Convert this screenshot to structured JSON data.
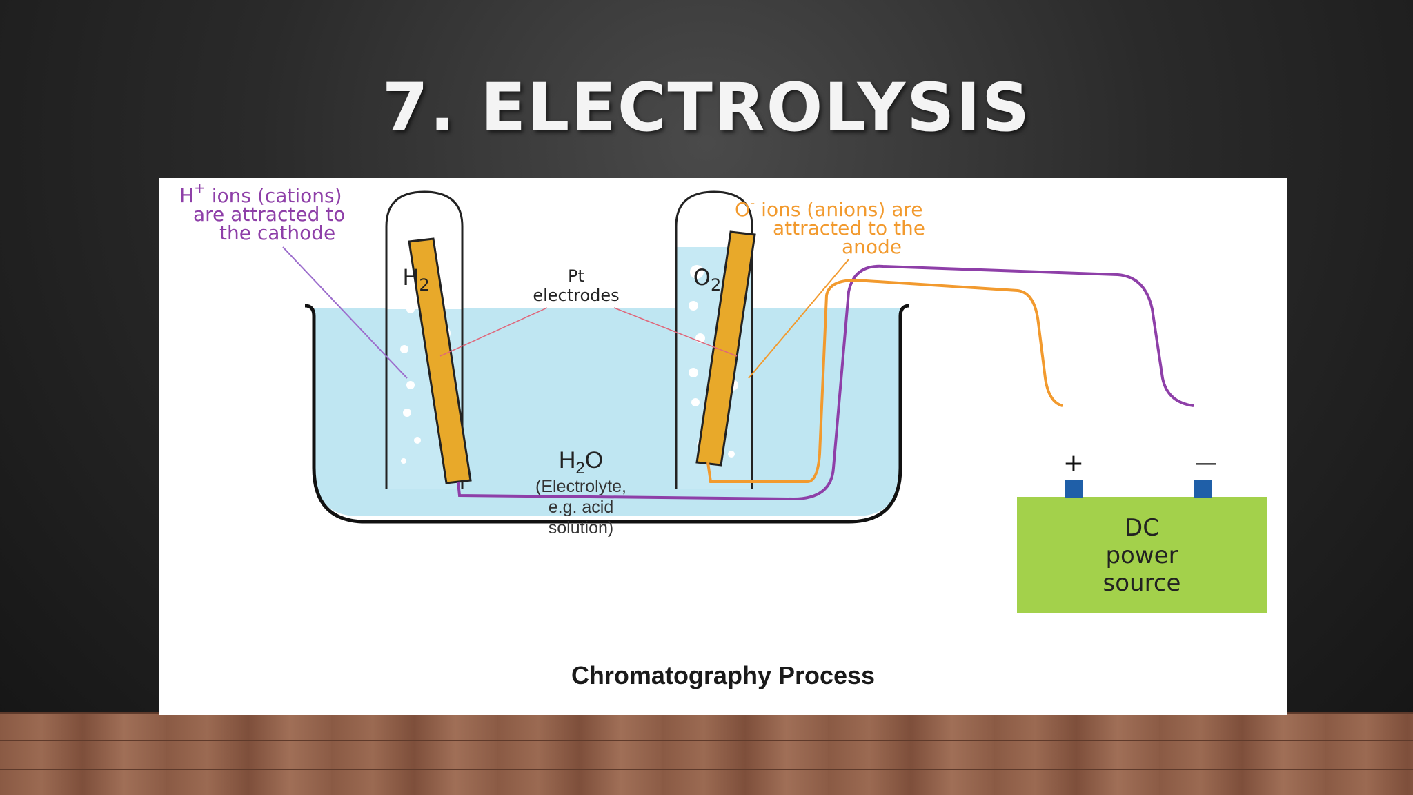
{
  "slide": {
    "title": "7. ELECTROLYSIS"
  },
  "diagram": {
    "cathode_note": {
      "ion_symbol": "H",
      "ion_charge": "+",
      "line1_rest": " ions (cations)",
      "line2": "are attracted to",
      "line3": "the cathode"
    },
    "anode_note": {
      "ion_symbol": "O",
      "ion_charge": "-",
      "line1_rest": " ions (anions) are",
      "line2": "attracted to the",
      "line3": "anode"
    },
    "electrode_label": {
      "line1": "Pt",
      "line2": "electrodes"
    },
    "tube_left_gas": {
      "symbol": "H",
      "subscript": "2"
    },
    "tube_right_gas": {
      "symbol": "O",
      "subscript": "2"
    },
    "electrolyte": {
      "formula_h": "H",
      "formula_sub": "2",
      "formula_o": "O",
      "line1": "(Electrolyte,",
      "line2": "e.g. acid",
      "line3": "solution)"
    },
    "power_source": {
      "line1": "DC",
      "line2": "power",
      "line3": "source",
      "plus_sign": "+",
      "minus_sign": "—"
    },
    "caption": "Chromatography Process",
    "colors": {
      "cathode_wire": "#8e3fa8",
      "anode_wire": "#f29a2e",
      "electrode": "#e8a92a",
      "electrolyte": "#bfe6f2",
      "power_box": "#a3d14b",
      "terminal": "#1f5fa8"
    }
  }
}
